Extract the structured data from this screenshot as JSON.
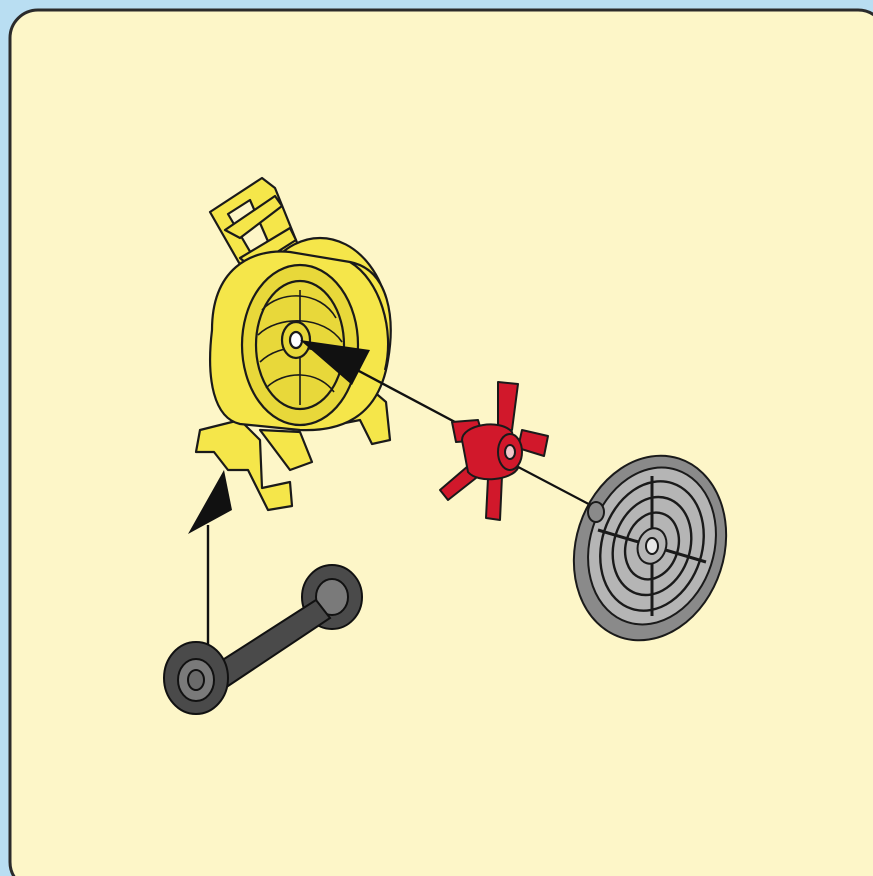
{
  "diagram": {
    "kind": "exploded-assembly-illustration",
    "colors": {
      "outer_background": "#b9def2",
      "panel_fill": "#fdf6c8",
      "panel_border": "#2b2b2b",
      "housing_yellow": "#f5e64a",
      "impeller_red": "#d1182b",
      "cover_gray": "#8a8a8a",
      "axle_dark": "#4a4a4a",
      "arrow_black": "#111111"
    },
    "parts": [
      {
        "id": "housing",
        "icon": "yellow-pump-housing"
      },
      {
        "id": "impeller",
        "icon": "red-impeller-rotor"
      },
      {
        "id": "cover",
        "icon": "gray-grille-cover"
      },
      {
        "id": "axle",
        "icon": "dark-axle-with-wheels"
      }
    ],
    "arrows": [
      {
        "from": "impeller",
        "to": "housing"
      },
      {
        "from": "axle",
        "to": "housing"
      }
    ]
  }
}
